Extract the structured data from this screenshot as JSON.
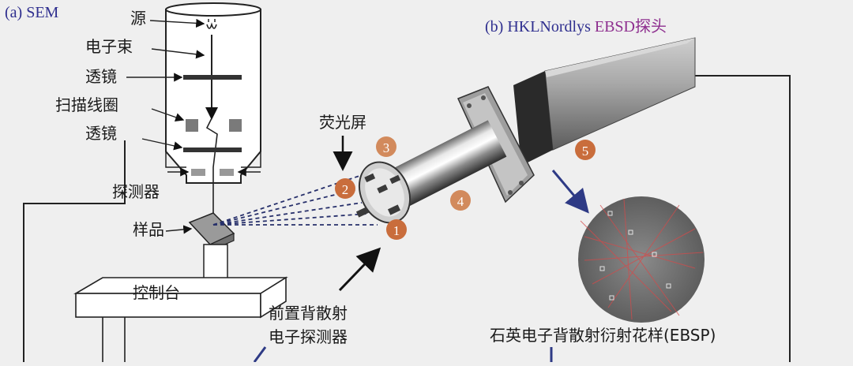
{
  "panel_a": {
    "title": "(a) SEM",
    "labels": {
      "source": "源",
      "beam": "电子束",
      "lens_top": "透镜",
      "scan_coils": "扫描线圈",
      "lens_bottom": "透镜",
      "detector": "探测器",
      "sample": "样品",
      "stage": "控制台"
    }
  },
  "panel_b": {
    "title_prefix": "(b) HKLNordlys ",
    "title_accent": "EBSD探头",
    "phosphor_screen": "荧光屏",
    "fsd_line1": "前置背散射",
    "fsd_line2": "电子探测器",
    "pattern_caption": "石英电子背散射衍射花样(EBSP)",
    "markers": [
      "1",
      "2",
      "3",
      "4",
      "5"
    ]
  },
  "colors": {
    "title": "#2f2f8f",
    "accent": "#8e2f8f",
    "marker": "#c96d3c",
    "arrow": "#2e3a85",
    "dashed": "#27306b"
  }
}
